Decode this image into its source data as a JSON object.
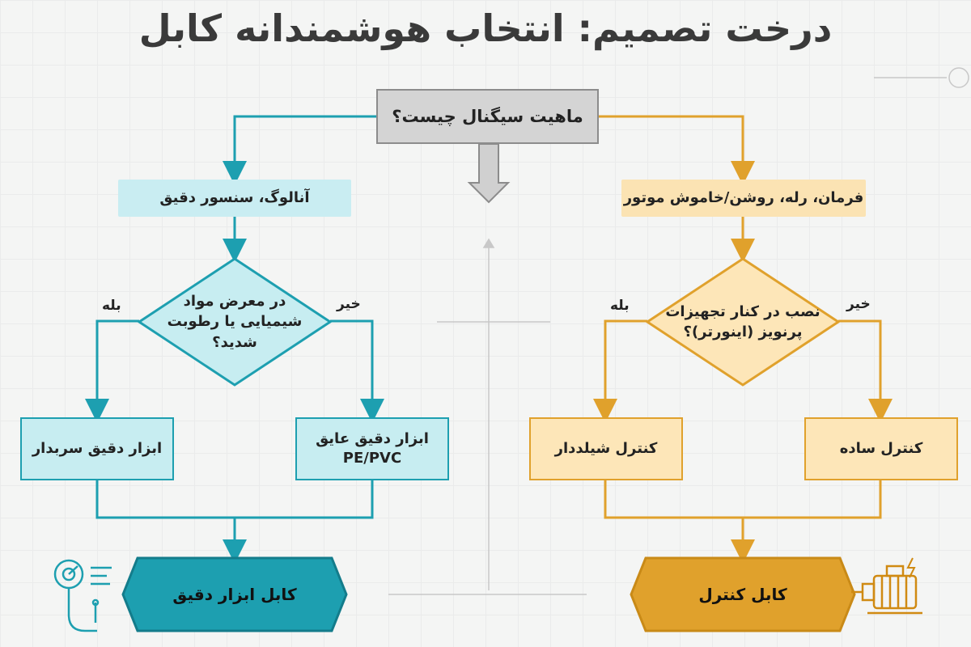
{
  "title": "درخت تصمیم: انتخاب هوشمندانه کابل",
  "root_question": "ماهیت سیگنال چیست؟",
  "left_branch": {
    "category": "آنالوگ، سنسور دقیق",
    "question": "در معرض مواد شیمیایی یا رطوبت شدید؟",
    "yes_label": "بله",
    "no_label": "خیر",
    "yes_result": "ابزار دقیق سربدار",
    "no_result": "ابزار دقیق عایق PE/PVC",
    "final": "کابل ابزار دقیق"
  },
  "right_branch": {
    "category": "فرمان، رله، روشن/خاموش موتور",
    "question": "نصب در کنار تجهیزات پرنویز (اینورتر)؟",
    "yes_label": "بله",
    "no_label": "خیر",
    "yes_result": "کنترل شیلددار",
    "no_result": "کنترل ساده",
    "final": "کابل کنترل"
  },
  "colors": {
    "teal": "#1d9fb0",
    "teal_dark": "#137c8b",
    "orange": "#e0a12c",
    "orange_dark": "#c98a17",
    "gray": "#8c8c8c"
  },
  "icons": [
    "sensor-gauge-icon",
    "motor-icon"
  ]
}
